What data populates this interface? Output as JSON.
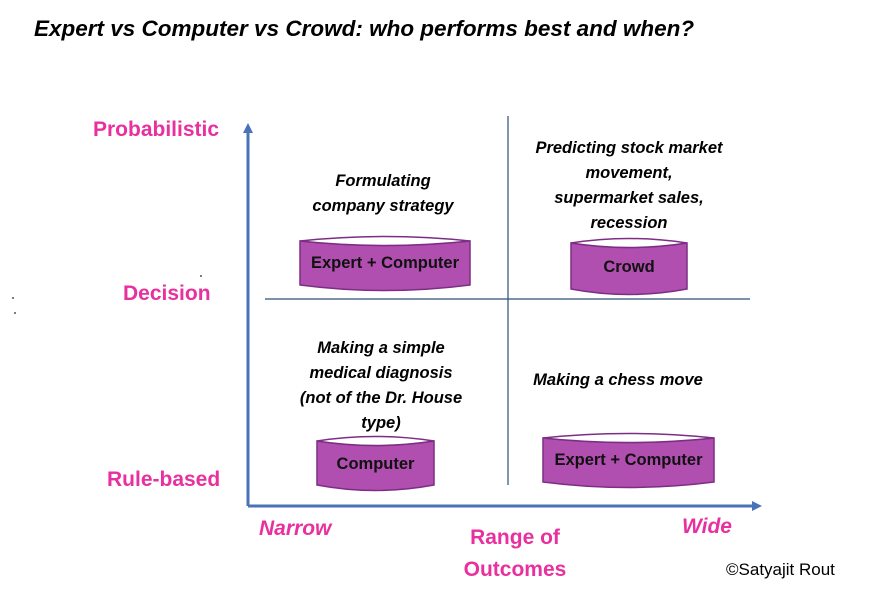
{
  "title": "Expert vs Computer vs Crowd: who performs best and when?",
  "y_axis": {
    "top_label": "Probabilistic",
    "middle_label": "Decision",
    "bottom_label": "Rule-based"
  },
  "x_axis": {
    "left_label": "Narrow",
    "center_label_line1": "Range of",
    "center_label_line2": "Outcomes",
    "right_label": "Wide"
  },
  "quadrants": {
    "top_left": {
      "lines": [
        "Formulating",
        "company strategy"
      ],
      "performer": "Expert + Computer"
    },
    "top_right": {
      "lines": [
        "Predicting stock market",
        "movement,",
        "supermarket sales,",
        "recession"
      ],
      "performer": "Crowd"
    },
    "bottom_left": {
      "lines": [
        "Making a simple",
        "medical diagnosis",
        "(not of the Dr. House",
        "type)"
      ],
      "performer": "Computer"
    },
    "bottom_right": {
      "lines": [
        "Making a chess move"
      ],
      "performer": "Expert + Computer"
    }
  },
  "credit": "©Satyajit Rout",
  "colors": {
    "axis": "#4a72b8",
    "label": "#e8309f",
    "cylinder_fill": "#b04fb0",
    "cylinder_stroke": "#7d2e84"
  }
}
